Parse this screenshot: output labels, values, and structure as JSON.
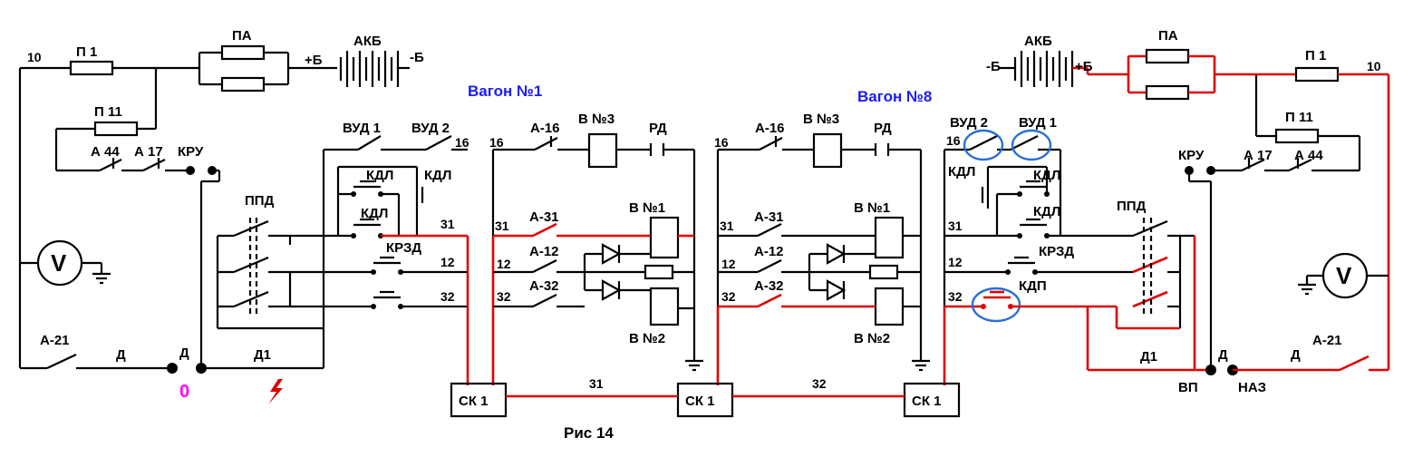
{
  "colors": {
    "wire": "#000000",
    "fault_path": "#e00000",
    "heading": "#1a1aff",
    "marker_zero": "#ff00ff",
    "marker_naz": "#33dd33",
    "highlight": "#2a6fd6"
  },
  "wagon1": {
    "title": "Вагон №1"
  },
  "wagon8": {
    "title": "Вагон №8"
  },
  "figure_caption": "Рис 14",
  "left_panel": {
    "wire_10": "10",
    "fuse_p1": "П 1",
    "fuse_pa": "ПА",
    "plus_b": "+Б",
    "battery": "АКБ",
    "minus_b": "-Б",
    "fuse_p11": "П 11",
    "sw_a44": "А 44",
    "sw_a17": "А 17",
    "kru": "КРУ",
    "ppd": "ППД",
    "vud1": "ВУД 1",
    "vud2": "ВУД 2",
    "wire_16": "16",
    "kdl_a": "КДЛ",
    "kdl_b": "КДЛ",
    "kdl_c": "КДЛ",
    "krzd": "КРЗД",
    "wire_31": "31",
    "wire_12": "12",
    "wire_32": "32",
    "voltmeter": "V",
    "sw_a21": "А-21",
    "d_a": "Д",
    "d_b": "Д",
    "d1": "Д1",
    "zero": "0"
  },
  "wagon1_panel": {
    "wire_16": "16",
    "a16": "А-16",
    "v3": "В №3",
    "rd": "РД",
    "wire_31": "31",
    "a31": "А-31",
    "v1": "В №1",
    "wire_12": "12",
    "a12": "А-12",
    "wire_32": "32",
    "a32": "А-32",
    "v2": "В №2"
  },
  "wagon8_panel": {
    "wire_16": "16",
    "a16": "А-16",
    "v3": "В №3",
    "rd": "РД",
    "wire_31": "31",
    "a31": "А-31",
    "v1": "В №1",
    "wire_12": "12",
    "a12": "А-12",
    "wire_32": "32",
    "a32": "А-32",
    "v2": "В №2"
  },
  "right_panel": {
    "minus_b": "-Б",
    "battery": "АКБ",
    "plus_b": "+Б",
    "fuse_pa": "ПА",
    "fuse_p1": "П 1",
    "wire_10": "10",
    "fuse_p11": "П 11",
    "kru": "КРУ",
    "sw_a17": "А 17",
    "sw_a44": "А 44",
    "wire_16": "16",
    "vud2": "ВУД 2",
    "vud1": "ВУД 1",
    "kdl_a": "КДЛ",
    "kdl_b": "КДЛ",
    "kdl_c": "КДЛ",
    "wire_31": "31",
    "krzd": "КРЗД",
    "wire_12": "12",
    "wire_32": "32",
    "kdp": "КДП",
    "ppd": "ППД",
    "voltmeter": "V",
    "d1": "Д1",
    "d": "Д",
    "sw_a21": "А-21",
    "d_b": "Д",
    "vp": "ВП",
    "naz": "НАЗ"
  },
  "couplers": {
    "sk_a": "СК 1",
    "sk_b": "СК 1",
    "sk_c": "СК 1",
    "train_31": "31",
    "train_32": "32"
  }
}
